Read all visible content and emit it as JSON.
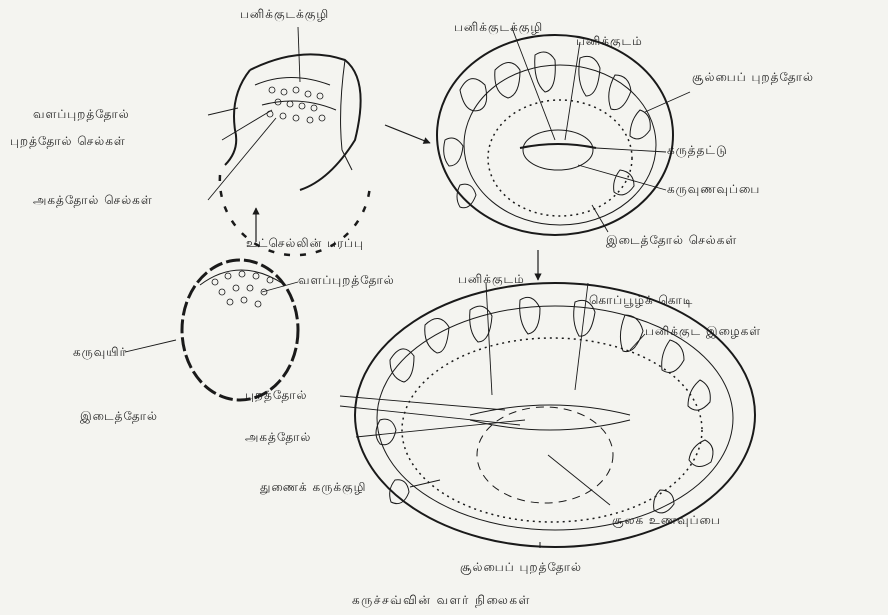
{
  "caption": "கருச்சவ்வின் வளர் நிலைகள்",
  "labels": {
    "trophoblast_pit_1": "பனிக்குடக்குழி",
    "outer_trophoderm_1": "வளப்புறத்தோல்",
    "ectoderm_cells": "புறத்தோல் செல்கள்",
    "endoderm_cells": "அகத்தோல் செல்கள்",
    "inner_cell_spread": "உட்செல்லின் பரப்பு",
    "outer_trophoderm_2": "வளப்புறத்தோல்",
    "embryo_sac": "கருவுயிர்",
    "mesoderm": "இடைத்தோல்",
    "trophoblast_pit_2": "பனிக்குடக்குழி",
    "amnion_1": "பனிக்குடம்",
    "chorion_ectoderm_1": "சூல்பைப் புறத்தோல்",
    "embryonic_disc": "கருத்தட்டு",
    "yolk_sac_1": "கருவுணவுப்பை",
    "mesoderm_cells": "இடைத்தோல் செல்கள்",
    "amnion_2": "பனிக்குடம்",
    "umbilical_cord": "கொப்பூழ்க் கொடி",
    "amnion_membranes": "பனிக்குட இழைகள்",
    "ectoderm": "புறத்தோல்",
    "endoderm": "அகத்தோல்",
    "extra_embryonic_cavity": "துணைக் கருக்குழி",
    "yolk_sac_2": "சூலக உணவுப்பை",
    "chorion_ectoderm_2": "சூல்பைப் புறத்தோல்"
  },
  "colors": {
    "ink": "#1a1a1a",
    "paper": "#f4f4f0"
  }
}
